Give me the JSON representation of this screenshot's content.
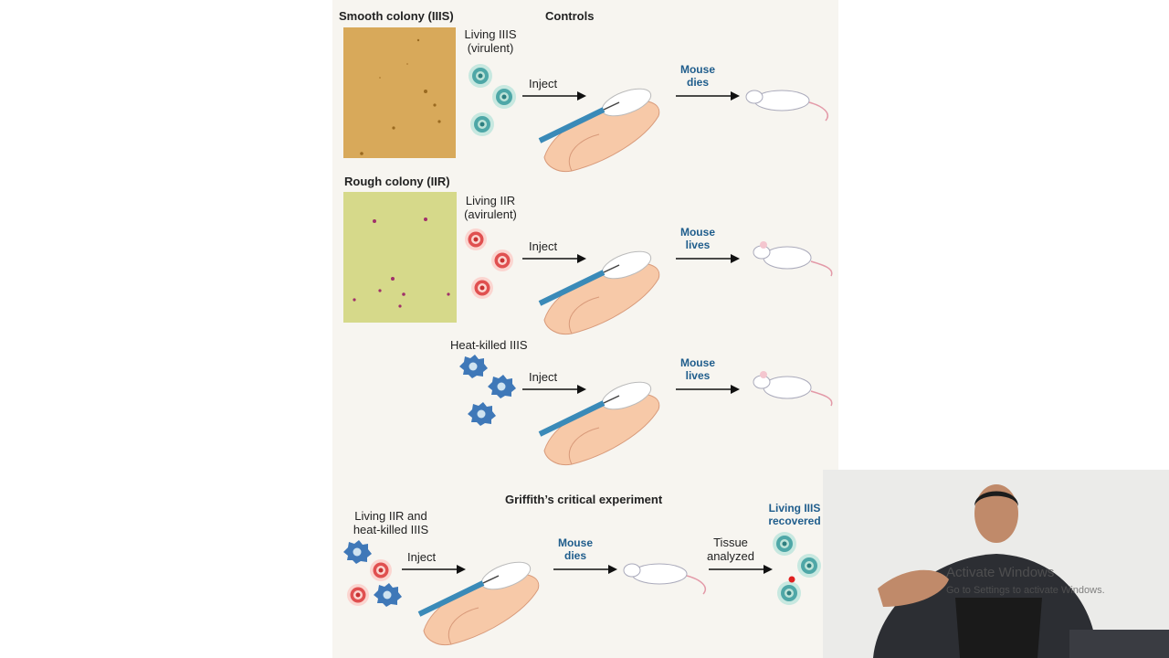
{
  "row1": {
    "plate_label": "Smooth colony (IIIS)",
    "header": "Controls",
    "cells_label": [
      "Living IIIS",
      "(virulent)"
    ],
    "inject": "Inject",
    "outcome": [
      "Mouse",
      "dies"
    ]
  },
  "row2": {
    "plate_label": "Rough colony (IIR)",
    "cells_label": [
      "Living IIR",
      "(avirulent)"
    ],
    "inject": "Inject",
    "outcome": [
      "Mouse",
      "lives"
    ]
  },
  "row3": {
    "cells_label": "Heat-killed IIIS",
    "inject": "Inject",
    "outcome": [
      "Mouse",
      "lives"
    ]
  },
  "row4": {
    "header": "Griffith’s critical experiment",
    "cells_label": [
      "Living IIR and",
      "heat-killed IIIS"
    ],
    "inject": "Inject",
    "outcome": [
      "Mouse",
      "dies"
    ],
    "tissue": [
      "Tissue",
      "analyzed"
    ],
    "recovered": [
      "Living IIIS",
      "recovered"
    ]
  },
  "watermark": {
    "line1": "Activate Windows",
    "line2": "Go to Settings to activate Windows."
  },
  "colors": {
    "smooth_plate": "#d8a95a",
    "rough_plate": "#d6d98a",
    "virulent_cell": "#4ea7a7",
    "avirulent_cell": "#e05050",
    "heat_killed": "#3f78b8",
    "label_blue": "#1f5d8c"
  }
}
